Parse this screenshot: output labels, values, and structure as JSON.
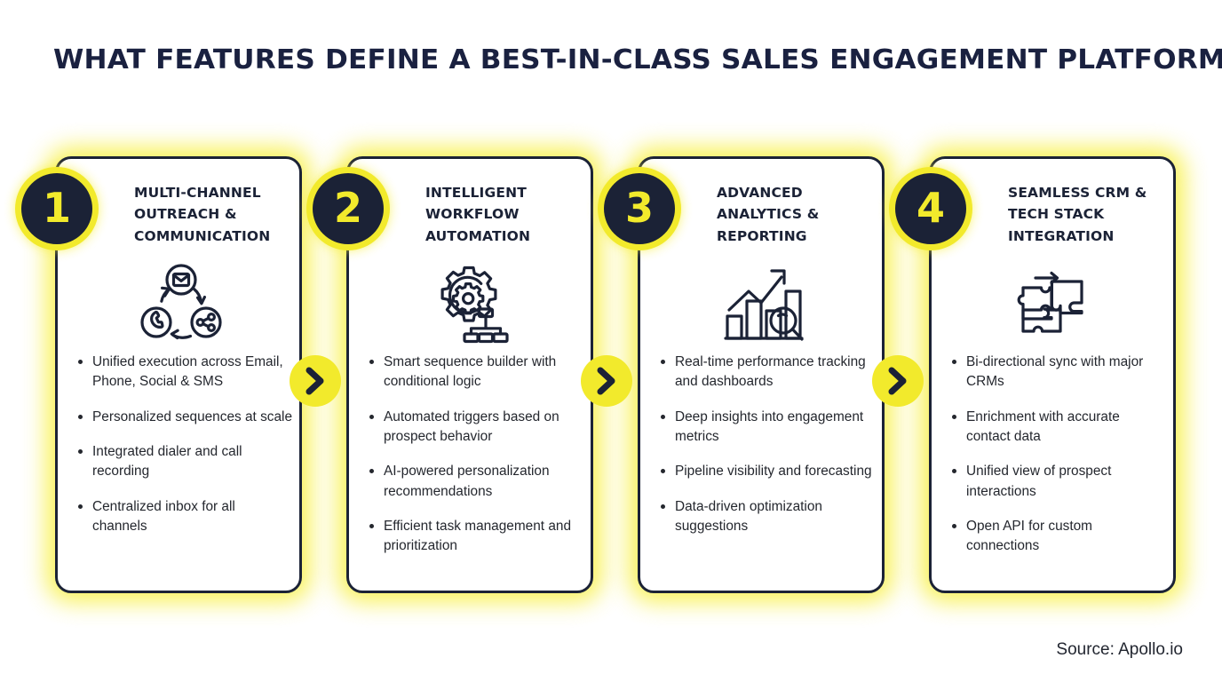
{
  "header": {
    "title": "WHAT FEATURES DEFINE A BEST-IN-CLASS SALES ENGAGEMENT PLATFORM"
  },
  "colors": {
    "accent_yellow": "#f2ea2c",
    "glow_yellow": "#f7ef3a",
    "dark_navy": "#1b2236",
    "body_text": "#24272e",
    "background": "#ffffff"
  },
  "connectors": [
    {
      "icon": "chevron-right-icon"
    },
    {
      "icon": "chevron-right-icon"
    },
    {
      "icon": "chevron-right-icon"
    }
  ],
  "cards": [
    {
      "number": "1",
      "heading": "MULTI-CHANNEL OUTREACH & COMMUNICATION",
      "icon": "multichannel-cycle-icon",
      "bullets": [
        "Unified execution across Email, Phone, Social & SMS",
        "Personalized sequences at scale",
        "Integrated dialer and call recording",
        "Centralized inbox for all channels"
      ]
    },
    {
      "number": "2",
      "heading": "INTELLIGENT WORKFLOW AUTOMATION",
      "icon": "gear-workflow-icon",
      "bullets": [
        "Smart sequence builder with conditional logic",
        "Automated triggers based on prospect behavior",
        "AI-powered personalization recommendations",
        "Efficient task management and prioritization"
      ]
    },
    {
      "number": "3",
      "heading": "ADVANCED ANALYTICS & REPORTING",
      "icon": "bar-chart-magnifier-icon",
      "bullets": [
        "Real-time performance tracking and dashboards",
        "Deep insights into engagement metrics",
        "Pipeline visibility and forecasting",
        "Data-driven optimization suggestions"
      ]
    },
    {
      "number": "4",
      "heading": "SEAMLESS CRM & TECH STACK INTEGRATION",
      "icon": "puzzle-integration-icon",
      "bullets": [
        "Bi-directional sync with major CRMs",
        "Enrichment with accurate contact data",
        "Unified view of prospect interactions",
        "Open API for custom connections"
      ]
    }
  ],
  "footer": {
    "source": "Source: Apollo.io"
  }
}
